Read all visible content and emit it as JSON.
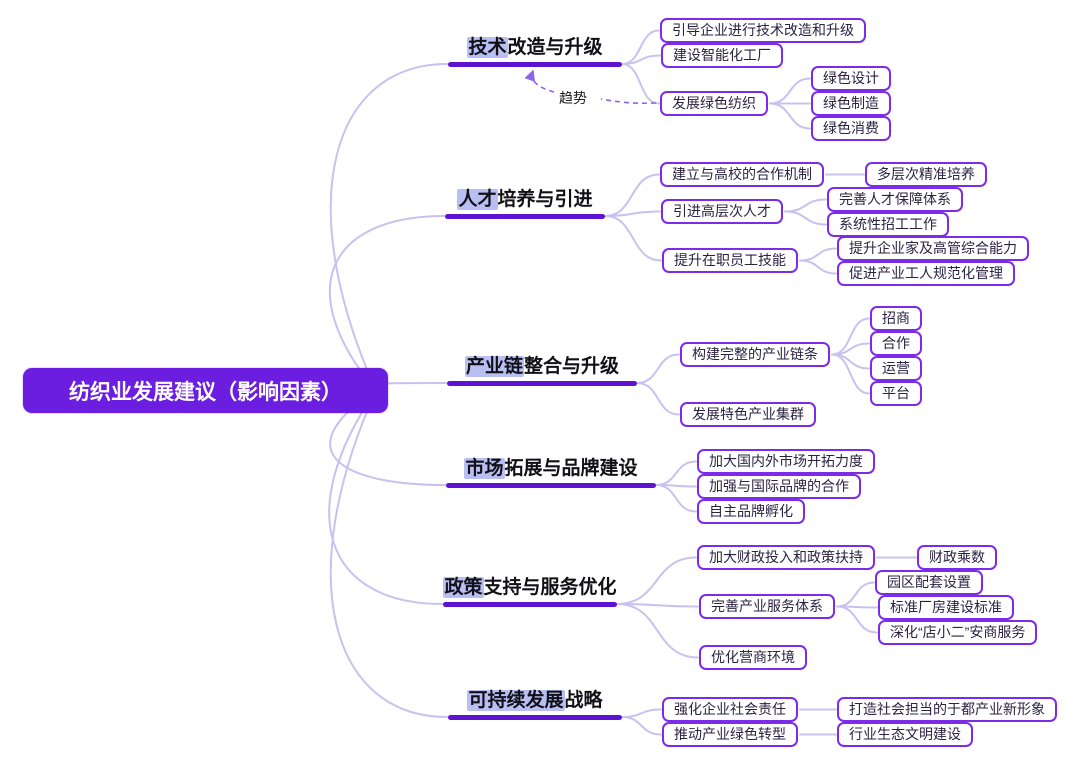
{
  "root": {
    "label": "纺织业发展建议（影响因素）"
  },
  "arrow": {
    "label": "趋势"
  },
  "colors": {
    "root_bg": "#6B1EDF",
    "branch_rule": "#5E12D2",
    "node_border": "#7C2BE8",
    "connector": "#C9C1EE",
    "highlight": "#B9BEF3",
    "dashed_arrow": "#8F63E8"
  },
  "branches": [
    {
      "hl": "技术",
      "rest": "改造与升级",
      "children": [
        {
          "label": "引导企业进行技术改造和升级"
        },
        {
          "label": "建设智能化工厂"
        },
        {
          "label": "发展绿色纺织",
          "children": [
            {
              "label": "绿色设计"
            },
            {
              "label": "绿色制造"
            },
            {
              "label": "绿色消费"
            }
          ]
        }
      ]
    },
    {
      "hl": "人才",
      "rest": "培养与引进",
      "children": [
        {
          "label": "建立与高校的合作机制",
          "children": [
            {
              "label": "多层次精准培养"
            }
          ]
        },
        {
          "label": "引进高层次人才",
          "children": [
            {
              "label": "完善人才保障体系"
            },
            {
              "label": "系统性招工工作"
            }
          ]
        },
        {
          "label": "提升在职员工技能",
          "children": [
            {
              "label": "提升企业家及高管综合能力"
            },
            {
              "label": "促进产业工人规范化管理"
            }
          ]
        }
      ]
    },
    {
      "hl": "产业链",
      "rest": "整合与升级",
      "children": [
        {
          "label": "构建完整的产业链条",
          "children": [
            {
              "label": "招商"
            },
            {
              "label": "合作"
            },
            {
              "label": "运营"
            },
            {
              "label": "平台"
            }
          ]
        },
        {
          "label": "发展特色产业集群"
        }
      ]
    },
    {
      "hl": "市场",
      "rest": "拓展与品牌建设",
      "children": [
        {
          "label": "加大国内外市场开拓力度"
        },
        {
          "label": "加强与国际品牌的合作"
        },
        {
          "label": "自主品牌孵化"
        }
      ]
    },
    {
      "hl": "政策",
      "rest": "支持与服务优化",
      "children": [
        {
          "label": "加大财政投入和政策扶持",
          "children": [
            {
              "label": "财政乘数"
            }
          ]
        },
        {
          "label": "完善产业服务体系",
          "children": [
            {
              "label": "园区配套设置"
            },
            {
              "label": "标准厂房建设标准"
            },
            {
              "label": "深化“店小二”安商服务"
            }
          ]
        },
        {
          "label": "优化营商环境"
        }
      ]
    },
    {
      "hl": "可持续发展",
      "rest": "战略",
      "children": [
        {
          "label": "强化企业社会责任",
          "children": [
            {
              "label": "打造社会担当的于都产业新形象"
            }
          ]
        },
        {
          "label": "推动产业绿色转型",
          "children": [
            {
              "label": "行业生态文明建设"
            }
          ]
        }
      ]
    }
  ]
}
